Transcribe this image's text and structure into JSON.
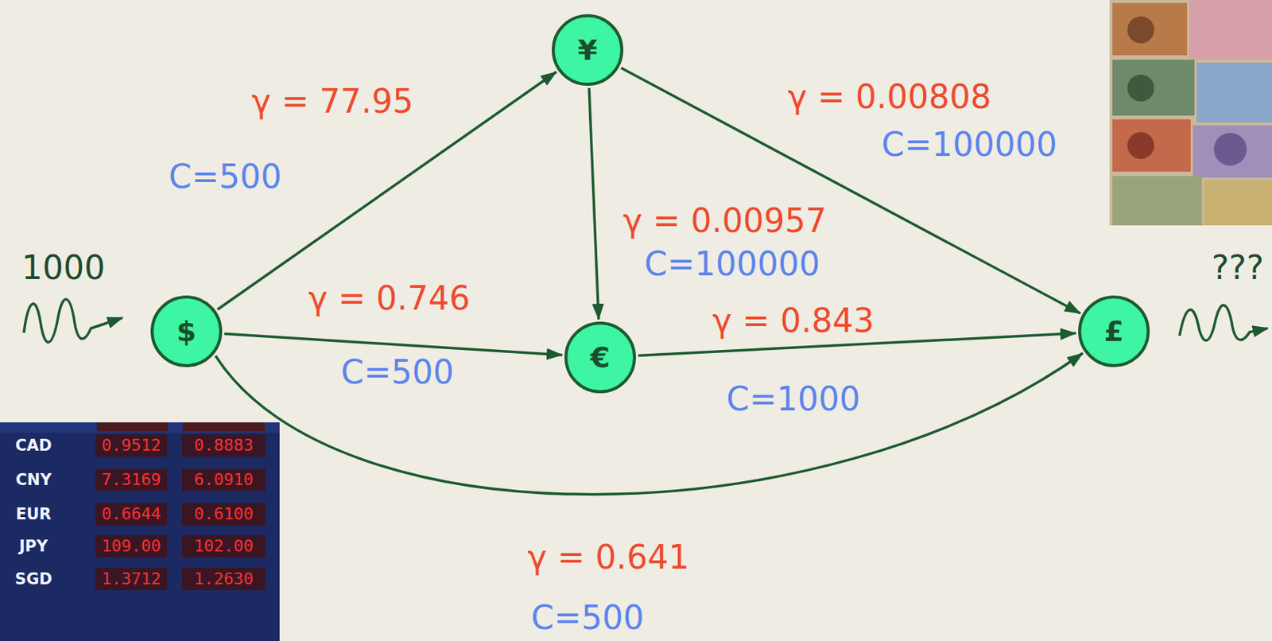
{
  "diagram": {
    "nodes": [
      {
        "text": [
          "$"
        ]
      },
      {
        "text": [
          "¥"
        ]
      },
      {
        "text": [
          "€"
        ]
      },
      {
        "text": [
          "£"
        ]
      }
    ],
    "edges": [
      {
        "from": 0,
        "to": 1,
        "arrow": "to",
        "label": "γ = 77.95"
      },
      {
        "from": 0,
        "to": 2,
        "arrow": "to",
        "label": "γ = 0.746"
      },
      {
        "from": 1,
        "to": 2,
        "arrow": "to",
        "label": "γ = 0.00957"
      },
      {
        "from": 1,
        "to": 3,
        "arrow": "to",
        "label": "γ = 0.00808"
      },
      {
        "from": 2,
        "to": 3,
        "arrow": "to",
        "label": "γ = 0.843"
      },
      {
        "from": 0,
        "to": 3,
        "arrow": "to",
        "label": "γ = 0.641"
      }
    ],
    "labels": [
      "1000",
      "C=500",
      "C=500",
      "C=100000",
      "C=100000",
      "C=1000",
      "C=500",
      "???",
      "CAD",
      "0.9512",
      "0.8883",
      "CNY",
      "7.3169",
      "6.0910",
      "EUR",
      "0.6644",
      "0.6100",
      "JPY",
      "109.00",
      "102.00",
      "SGD",
      "1.3712",
      "1.2630"
    ]
  }
}
